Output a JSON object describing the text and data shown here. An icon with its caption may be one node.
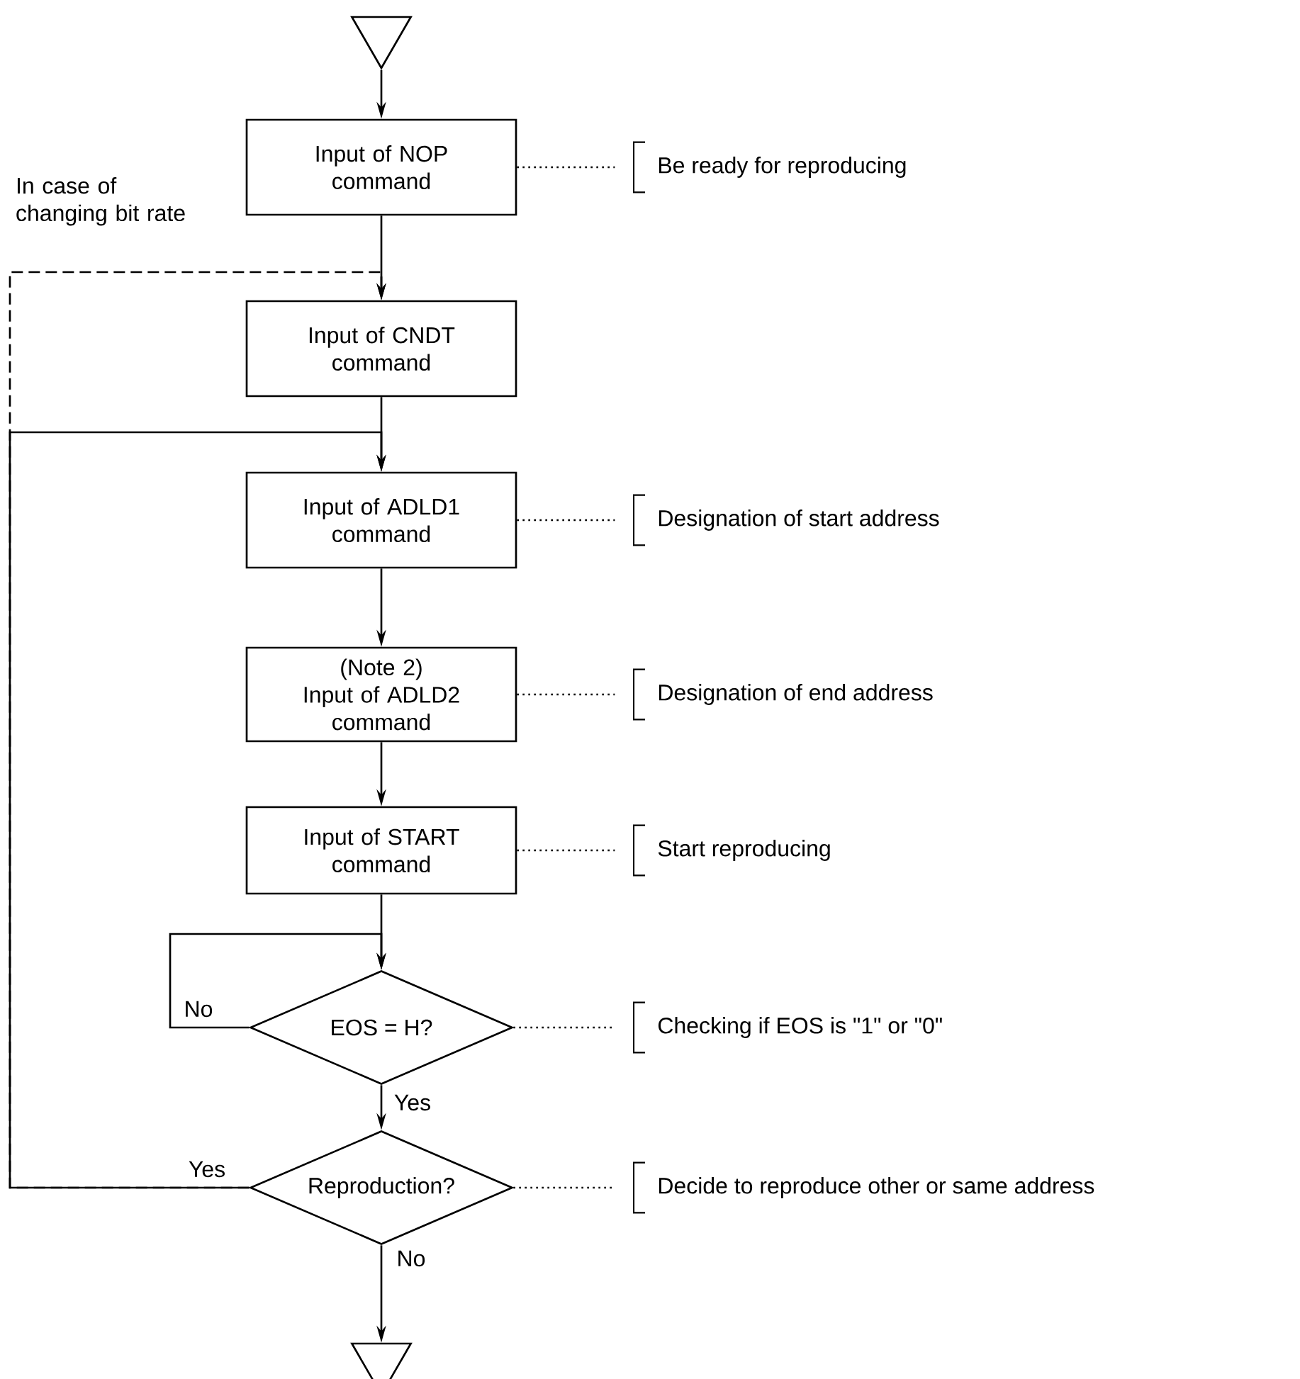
{
  "diagram": {
    "nodes": [
      {
        "text": [],
        "shape": "triangle"
      },
      {
        "text": [
          "Input of NOP command"
        ]
      },
      {
        "text": [
          "Input of CNDT command"
        ]
      },
      {
        "text": [
          "Input of ADLD1 command"
        ]
      },
      {
        "text": [
          "(Note 2)",
          "Input of ADLD2 command"
        ]
      },
      {
        "text": [
          "Input of START command"
        ]
      },
      {
        "text": [
          "EOS = H?"
        ]
      },
      {
        "text": [
          "Reproduction?"
        ]
      },
      {
        "text": [],
        "shape": "triangle"
      },
      {
        "text": [
          "Be ready for reproducing"
        ]
      },
      {
        "text": [
          "Designation of start address"
        ]
      },
      {
        "text": [
          "Designation of end address"
        ]
      },
      {
        "text": [
          "Start reproducing"
        ]
      },
      {
        "text": [
          "Checking if EOS is \"1\" or \"0\""
        ]
      },
      {
        "text": [
          "Decide to reproduce other or same address"
        ]
      }
    ],
    "edges": [
      {
        "from": 0,
        "to": 1,
        "arrow": "to"
      },
      {
        "from": 1,
        "to": 2,
        "arrow": "to"
      },
      {
        "from": 2,
        "to": 3,
        "arrow": "to"
      },
      {
        "from": 3,
        "to": 4,
        "arrow": "to"
      },
      {
        "from": 4,
        "to": 5,
        "arrow": "to"
      },
      {
        "from": 5,
        "to": 6,
        "arrow": "to"
      },
      {
        "from": 6,
        "to": 6,
        "arrow": "to",
        "label": "No"
      },
      {
        "from": 6,
        "to": 7,
        "arrow": "to",
        "label": "Yes"
      },
      {
        "from": 7,
        "to": 3,
        "arrow": "to",
        "label": "Yes"
      },
      {
        "from": 7,
        "to": 2,
        "arrow": "to",
        "style": "dashed",
        "label": "In case of changing bit rate"
      },
      {
        "from": 7,
        "to": 8,
        "arrow": "to",
        "label": "No"
      },
      {
        "from": 1,
        "to": 9,
        "arrow": "none",
        "style": "dashed"
      },
      {
        "from": 3,
        "to": 10,
        "arrow": "none",
        "style": "dashed"
      },
      {
        "from": 4,
        "to": 11,
        "arrow": "none",
        "style": "dashed"
      },
      {
        "from": 5,
        "to": 12,
        "arrow": "none",
        "style": "dashed"
      },
      {
        "from": 6,
        "to": 13,
        "arrow": "none",
        "style": "dashed"
      },
      {
        "from": 7,
        "to": 14,
        "arrow": "none",
        "style": "dashed"
      }
    ]
  }
}
